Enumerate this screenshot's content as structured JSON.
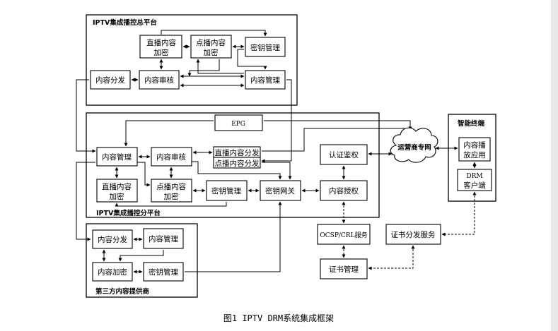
{
  "groups": {
    "platform_top": "IPTV集成播控总平台",
    "platform_branch": "IPTV集成播控分平台",
    "third_party": "第三方内容提供商",
    "smart_terminal": "智能终端"
  },
  "nodes": {
    "t_live_encrypt": [
      "直播内容",
      "加密"
    ],
    "t_vod_encrypt": [
      "点播内容",
      "加密"
    ],
    "t_key_mgmt": "密钥管理",
    "t_distribution": "内容分发",
    "t_review": "内容审核",
    "t_content_mgmt": "内容管理",
    "b_epg": "EPG",
    "b_content_mgmt": "内容管理",
    "b_review": "内容审核",
    "b_live_dist": "直播内容分发",
    "b_vod_dist": "点播内容分发",
    "b_live_encrypt": [
      "直播内容",
      "加密"
    ],
    "b_vod_encrypt": [
      "点播内容",
      "加密"
    ],
    "b_key_mgmt": "密钥管理",
    "b_key_gateway": "密钥网关",
    "auth": "认证鉴权",
    "content_auth": "内容授权",
    "ocsp": "OCSP/CRL服务",
    "cert_mgmt": "证书管理",
    "cert_dist": "证书分发服务",
    "player": [
      "内容播",
      "放应用"
    ],
    "drm_client": [
      "DRM",
      "客户端"
    ],
    "p_distribution": "内容分发",
    "p_content_mgmt": "内容管理",
    "p_encrypt": "内容加密",
    "p_key_mgmt": "密钥管理"
  },
  "cloud": "运营商专网",
  "caption": "图1  IPTV DRM系统集成框架"
}
